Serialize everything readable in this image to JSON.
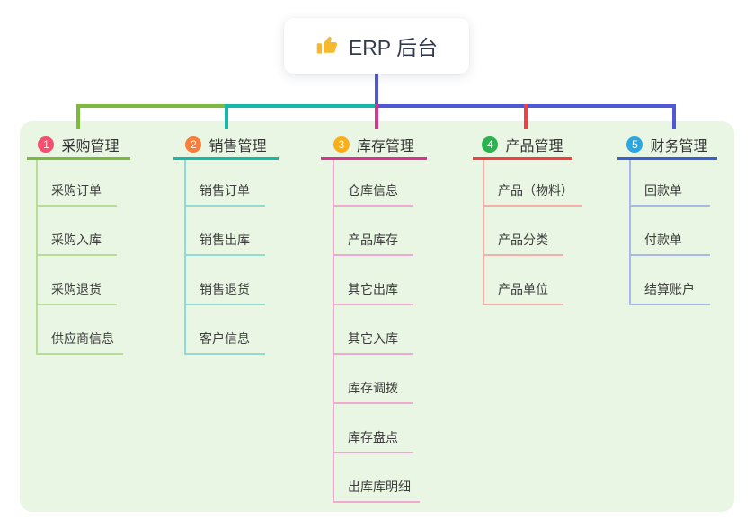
{
  "root": {
    "title": "ERP 后台",
    "icon": "thumbs-up-icon"
  },
  "panel": {
    "background": "#e9f6e3"
  },
  "connector": {
    "root_color": "#5058d6"
  },
  "branches": [
    {
      "index": "1",
      "label": "采购管理",
      "badge_color": "#f2506e",
      "accent_color": "#7cb93e",
      "line_color": "#b6dc95",
      "children": [
        "采购订单",
        "采购入库",
        "采购退货",
        "供应商信息"
      ]
    },
    {
      "index": "2",
      "label": "销售管理",
      "badge_color": "#fa7d3a",
      "accent_color": "#16b8a8",
      "line_color": "#90dcd2",
      "children": [
        "销售订单",
        "销售出库",
        "销售退货",
        "客户信息"
      ]
    },
    {
      "index": "3",
      "label": "库存管理",
      "badge_color": "#fbae17",
      "accent_color": "#d6368f",
      "line_color": "#f0a9d2",
      "children": [
        "仓库信息",
        "产品库存",
        "其它出库",
        "其它入库",
        "库存调拨",
        "库存盘点",
        "出库库明细"
      ]
    },
    {
      "index": "4",
      "label": "产品管理",
      "badge_color": "#2ab24e",
      "accent_color": "#f04040",
      "line_color": "#f7aeab",
      "children": [
        "产品（物料）",
        "产品分类",
        "产品单位"
      ]
    },
    {
      "index": "5",
      "label": "财务管理",
      "badge_color": "#2aa7e1",
      "accent_color": "#3d5dd3",
      "line_color": "#a7b9ea",
      "children": [
        "回款单",
        "付款单",
        "结算账户"
      ]
    }
  ]
}
